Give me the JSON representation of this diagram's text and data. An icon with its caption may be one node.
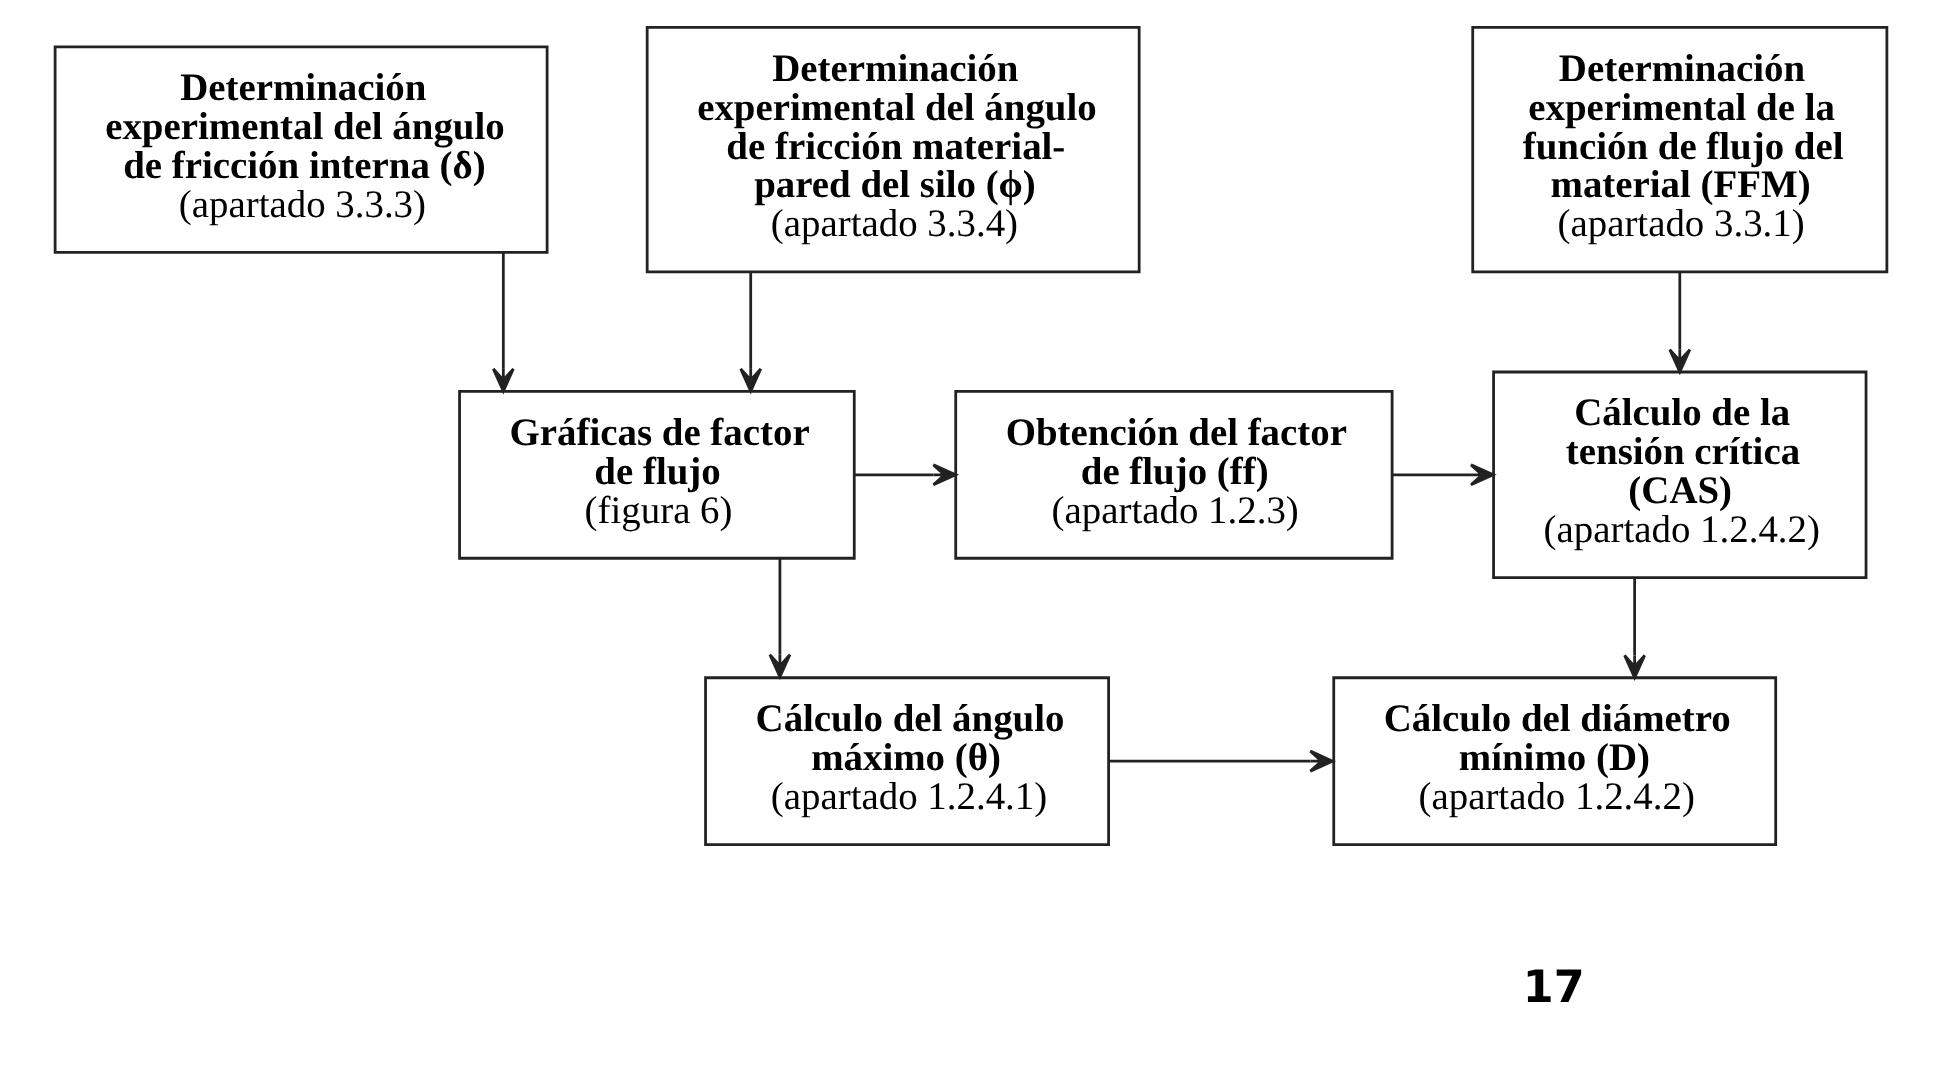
{
  "diagram": {
    "nodes": [
      {
        "text": [
          "Determinación experimental del ángulo de fricción interna (δ)",
          "(apartado 3.3.3)"
        ]
      },
      {
        "text": [
          "Determinación experimental del ángulo de fricción material-pared del silo (ϕ)",
          "(apartado 3.3.4)"
        ]
      },
      {
        "text": [
          "Determinación experimental de la función de flujo del material (FFM)",
          "(apartado 3.3.1)"
        ]
      },
      {
        "text": [
          "Gráficas de factor de flujo",
          "(figura 6)"
        ]
      },
      {
        "text": [
          "Obtención del factor de flujo (ff)",
          "(apartado 1.2.3)"
        ]
      },
      {
        "text": [
          "Cálculo de la tensión crítica (CAS)",
          "(apartado 1.2.4.2)"
        ]
      },
      {
        "text": [
          "Cálculo del ángulo máximo (θ)",
          "(apartado 1.2.4.1)"
        ]
      },
      {
        "text": [
          "Cálculo del diámetro mínimo (D)",
          "(apartado 1.2.4.2)"
        ]
      }
    ],
    "edges": [
      {
        "from": 0,
        "to": 3,
        "arrow": "to"
      },
      {
        "from": 1,
        "to": 3,
        "arrow": "to"
      },
      {
        "from": 2,
        "to": 5,
        "arrow": "to"
      },
      {
        "from": 3,
        "to": 4,
        "arrow": "to"
      },
      {
        "from": 4,
        "to": 5,
        "arrow": "to"
      },
      {
        "from": 3,
        "to": 6,
        "arrow": "to"
      },
      {
        "from": 6,
        "to": 7,
        "arrow": "to"
      },
      {
        "from": 5,
        "to": 7,
        "arrow": "to"
      }
    ],
    "labels": [
      "17"
    ]
  }
}
